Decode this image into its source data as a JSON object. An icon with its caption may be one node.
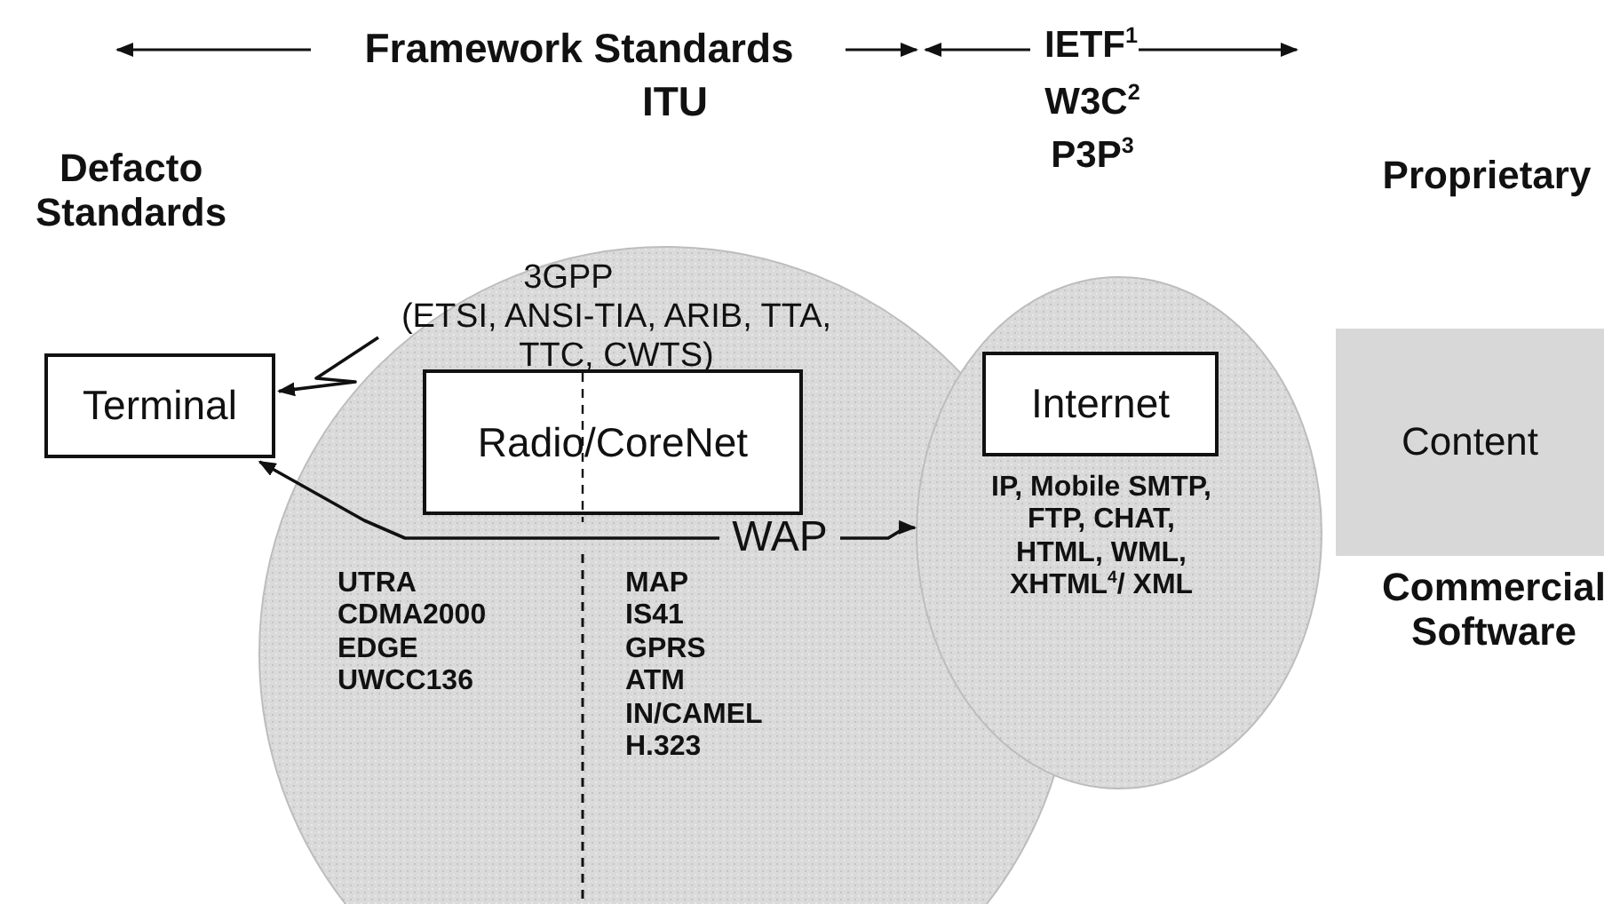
{
  "diagram": {
    "nodes": [
      {
        "text": [
          "3GPP",
          "(ETSI, ANSI-TIA, ARIB, TTA, TTC, CWTS)",
          "UTRA CDMA2000 EDGE UWCC136",
          "MAP IS41 GPRS ATM IN/CAMEL H.323"
        ]
      },
      {
        "text": [
          "Terminal"
        ]
      },
      {
        "text": [
          "Radio/CoreNet"
        ],
        "in": 0
      },
      {
        "text": [
          "WAP"
        ],
        "in": 0
      },
      {
        "text": [
          "IP, Mobile SMTP, FTP, CHAT, HTML, WML, XHTML$^{4}$/ XML"
        ]
      },
      {
        "text": [
          "Internet"
        ],
        "in": 4
      },
      {
        "text": [
          "Content"
        ]
      }
    ],
    "edges": [
      {
        "from": null,
        "to": 1,
        "arrow": "to"
      },
      {
        "from": 3,
        "to": 1,
        "arrow": "to"
      },
      {
        "from": 3,
        "to": 4,
        "arrow": "to"
      }
    ],
    "labels": [
      "Framework Standards",
      "IETF$^{1}$",
      "ITU",
      "W3C$^{2}$",
      "P3P$^{3}$",
      "Defacto Standards",
      "Proprietary",
      "Commercial Software"
    ]
  }
}
